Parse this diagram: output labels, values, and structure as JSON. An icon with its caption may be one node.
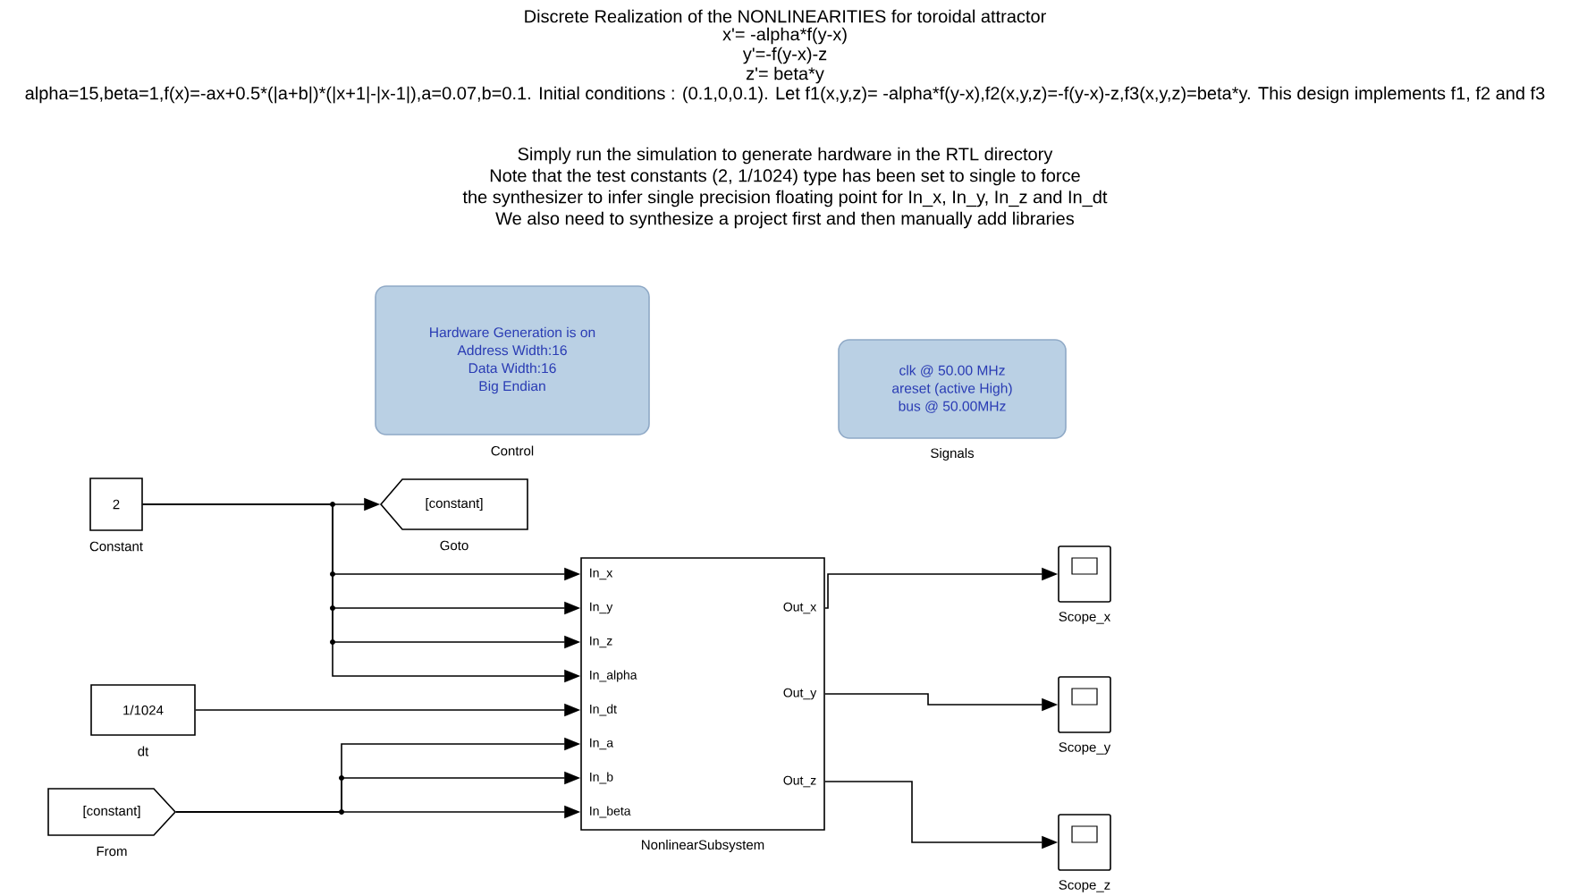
{
  "diagram": {
    "title": "Discrete Realization of the NONLINEARITIES for  toroidal attractor",
    "nodes": [
      {
        "text": [
          "2"
        ],
        "beside": [
          "Constant"
        ]
      },
      {
        "text": [
          "[constant]"
        ],
        "beside": [
          "Goto"
        ]
      },
      {
        "text": [
          "1/1024"
        ],
        "beside": [
          "dt"
        ]
      },
      {
        "text": [
          "[constant]"
        ],
        "beside": [
          "From"
        ]
      },
      {
        "text": [
          "In_x",
          "In_y",
          "In_z",
          "In_alpha",
          "In_dt",
          "In_a",
          "In_b",
          "In_beta",
          "Out_x",
          "Out_y",
          "Out_z"
        ],
        "beside": [
          "NonlinearSubsystem"
        ]
      },
      {
        "text": [],
        "shape": "box",
        "beside": [
          "Scope_x"
        ]
      },
      {
        "text": [],
        "shape": "box",
        "beside": [
          "Scope_y"
        ]
      },
      {
        "text": [],
        "shape": "box",
        "beside": [
          "Scope_z"
        ]
      },
      {
        "text": [
          "Hardware Generation is on",
          "Address Width:16",
          "Data Width:16",
          "Big Endian"
        ],
        "beside": [
          "Control"
        ]
      },
      {
        "text": [
          "clk @ 50.00 MHz",
          "areset (active High)",
          "bus @ 50.00MHz"
        ],
        "beside": [
          "Signals"
        ]
      }
    ],
    "edges": [
      {
        "from": 0,
        "to": 1,
        "arrow": "to"
      },
      {
        "from": 0,
        "to": 4,
        "arrow": "to"
      },
      {
        "from": 0,
        "to": 4,
        "arrow": "to"
      },
      {
        "from": 0,
        "to": 4,
        "arrow": "to"
      },
      {
        "from": 0,
        "to": 4,
        "arrow": "to"
      },
      {
        "from": 2,
        "to": 4,
        "arrow": "to"
      },
      {
        "from": 3,
        "to": 4,
        "arrow": "to"
      },
      {
        "from": 3,
        "to": 4,
        "arrow": "to"
      },
      {
        "from": 3,
        "to": 4,
        "arrow": "to"
      },
      {
        "from": 4,
        "to": 5,
        "arrow": "to"
      },
      {
        "from": 4,
        "to": 6,
        "arrow": "to"
      },
      {
        "from": 4,
        "to": 7,
        "arrow": "to"
      }
    ],
    "labels": [
      "x'= -alpha*f(y-x)",
      "y'=-f(y-x)-z",
      "z'= beta*y",
      "alpha=15,beta=1,f(x)=-ax+0.5*(|a+b|)*(|x+1|-|x-1|),a=0.07,b=0.1.  Initial conditions : (0.1,0,0.1).  Let f1(x,y,z)= -alpha*f(y-x),f2(x,y,z)=-f(y-x)-z,f3(x,y,z)=beta*y.  This design implements f1, f2 and f3",
      "Simply run the simulation to generate hardware in the RTL directory",
      "Note that the test constants (2, 1/1024) type has been set to single to force",
      "the synthesizer to infer single precision floating point for In_x, In_y, In_z and In_dt",
      "We also need to synthesize a project first and then manually add libraries"
    ]
  }
}
